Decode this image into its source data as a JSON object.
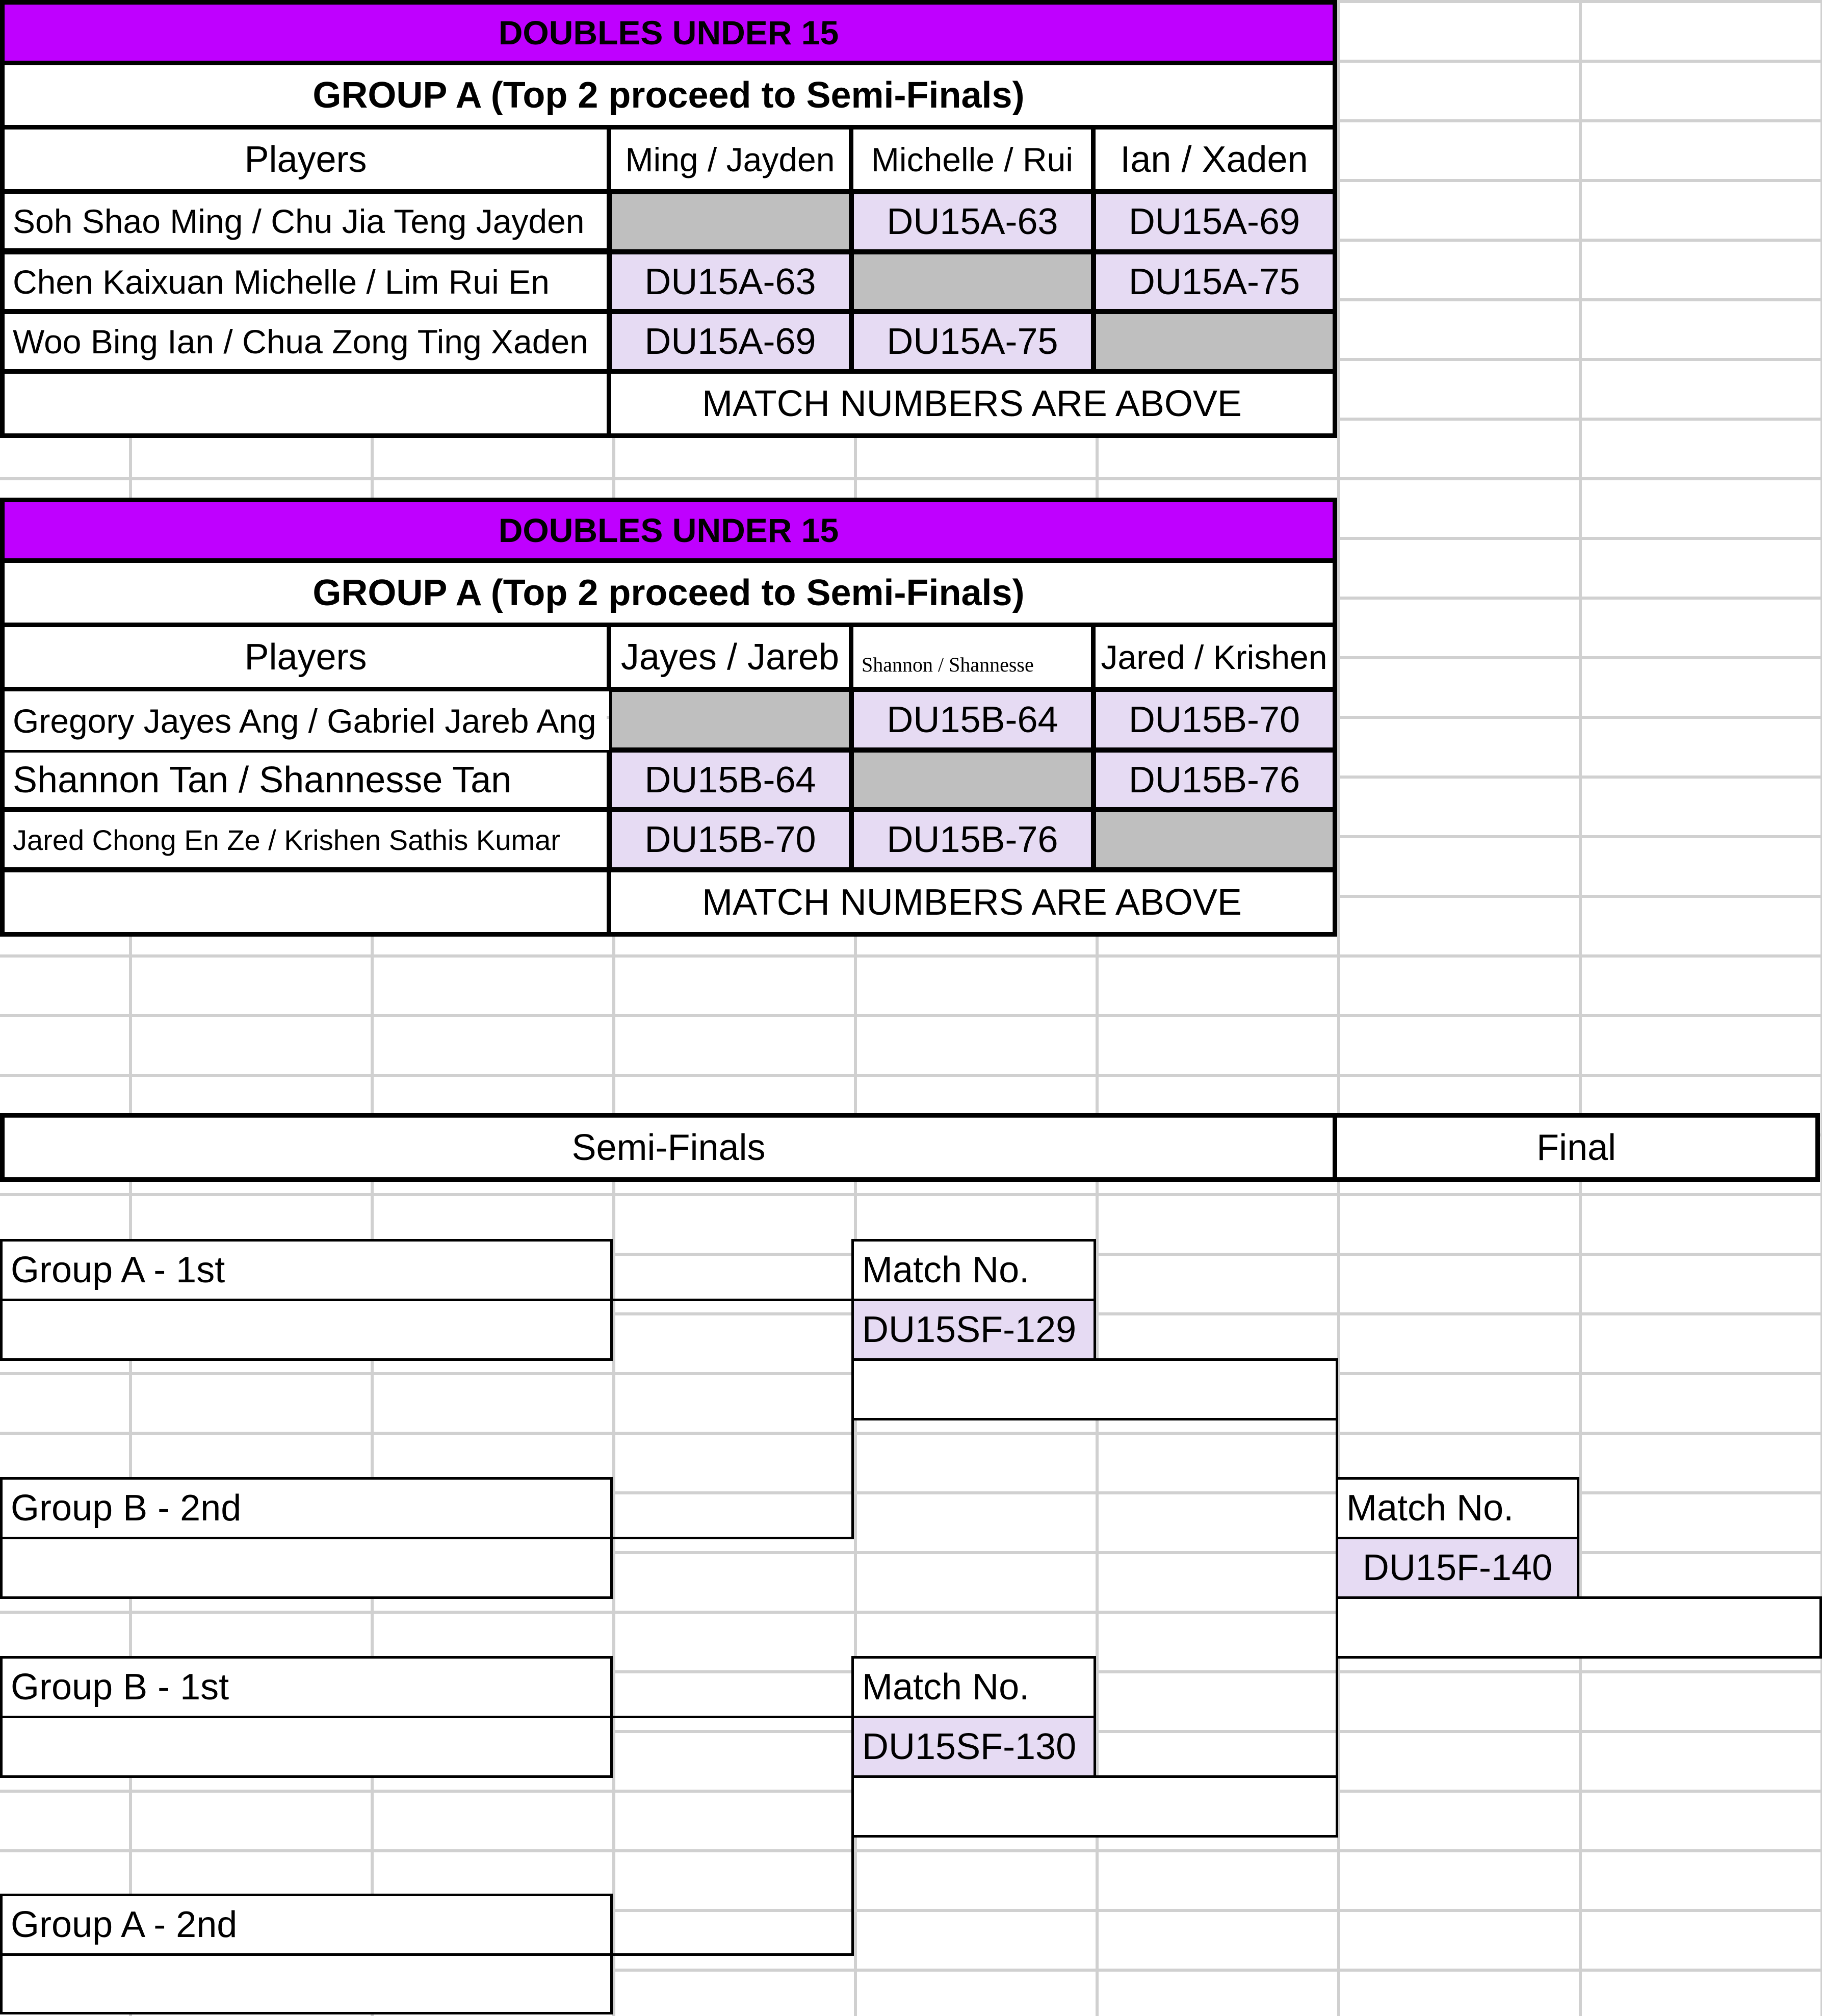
{
  "group_tables": [
    {
      "title": "DOUBLES UNDER 15",
      "subtitle": "GROUP A (Top 2 proceed to Semi-Finals)",
      "players_header": "Players",
      "columns": [
        "Ming / Jayden",
        "Michelle / Rui",
        "Ian / Xaden"
      ],
      "rows": [
        {
          "player": "Soh Shao Ming / Chu Jia Teng Jayden",
          "cells": [
            "",
            "DU15A-63",
            "DU15A-69"
          ]
        },
        {
          "player": "Chen Kaixuan Michelle / Lim Rui En",
          "cells": [
            "DU15A-63",
            "",
            "DU15A-75"
          ]
        },
        {
          "player": "Woo Bing Ian / Chua Zong Ting Xaden",
          "cells": [
            "DU15A-69",
            "DU15A-75",
            ""
          ]
        }
      ],
      "footer": "MATCH NUMBERS ARE ABOVE"
    },
    {
      "title": "DOUBLES UNDER 15",
      "subtitle": "GROUP A (Top 2 proceed to Semi-Finals)",
      "players_header": "Players",
      "columns": [
        "Jayes / Jareb",
        "Shannon / Shannesse",
        "Jared / Krishen"
      ],
      "rows": [
        {
          "player": "Gregory Jayes Ang / Gabriel Jareb Ang",
          "cells": [
            "",
            "DU15B-64",
            "DU15B-70"
          ]
        },
        {
          "player": "Shannon Tan / Shannesse Tan",
          "cells": [
            "DU15B-64",
            "",
            "DU15B-76"
          ]
        },
        {
          "player": "Jared Chong En Ze / Krishen Sathis Kumar",
          "cells": [
            "DU15B-70",
            "DU15B-76",
            ""
          ]
        }
      ],
      "footer": "MATCH NUMBERS ARE ABOVE"
    }
  ],
  "bracket": {
    "semi_header": "Semi-Finals",
    "final_header": "Final",
    "seeds": [
      "Group A - 1st",
      "Group B - 2nd",
      "Group B - 1st",
      "Group A - 2nd"
    ],
    "match_label": "Match No.",
    "semi_matches": [
      "DU15SF-129",
      "DU15SF-130"
    ],
    "final_match": "DU15F-140"
  },
  "colors": {
    "title_bg": "#bf00ff",
    "match_cell_bg": "#e6dbf3",
    "blocked_cell_bg": "#bfbfbf",
    "gridline": "#d0d0d0"
  }
}
